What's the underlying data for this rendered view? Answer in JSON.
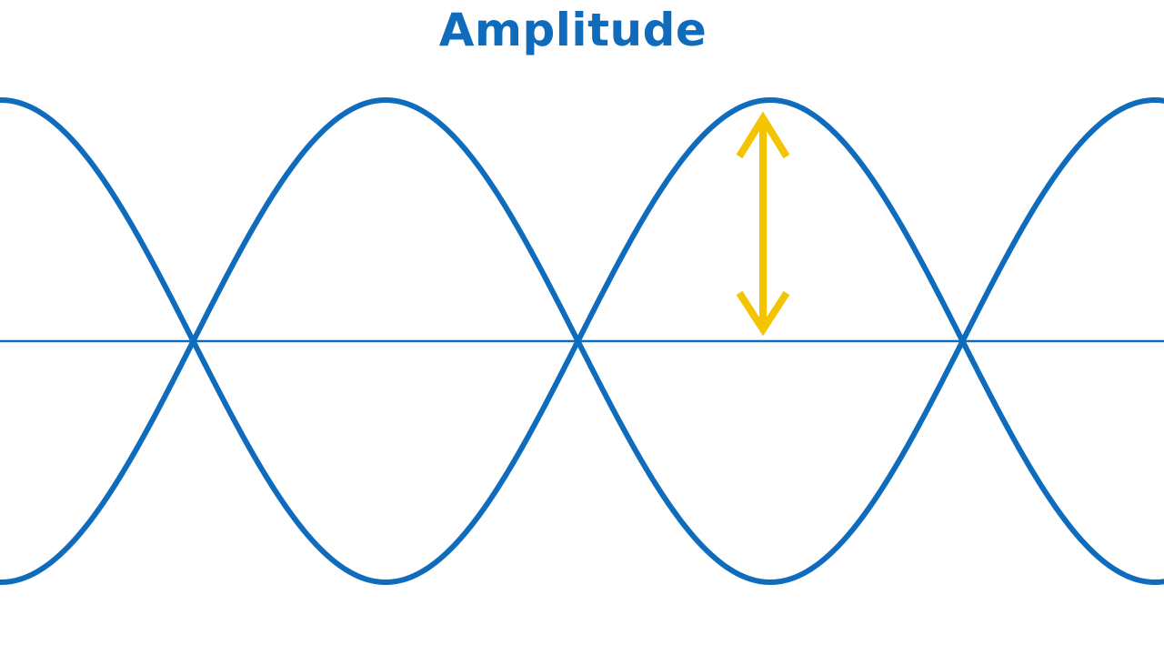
{
  "title": "Amplitude",
  "colors": {
    "wave": "#0f6cbd",
    "axis": "#0f6cbd",
    "amplitude_arrow": "#f5c400",
    "background": "#ffffff"
  },
  "waves": [
    {
      "name": "",
      "phase": "cosine"
    },
    {
      "name": "",
      "phase": "inverted-cosine"
    }
  ]
}
